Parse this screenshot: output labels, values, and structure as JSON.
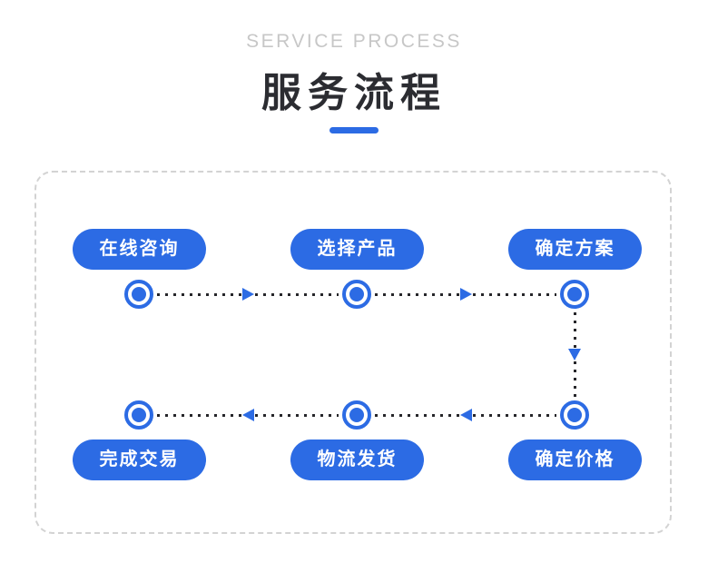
{
  "header": {
    "subtitle": "SERVICE PROCESS",
    "title": "服务流程"
  },
  "colors": {
    "accent": "#2c6be4",
    "title_text": "#2b2c31",
    "subtitle_text": "#c7c7c7",
    "dot_line": "#26262a",
    "panel_border": "#d3d3d3",
    "pill_text": "#ffffff",
    "page_bg": "#ffffff"
  },
  "process": {
    "steps": [
      {
        "label": "在线咨询"
      },
      {
        "label": "选择产品"
      },
      {
        "label": "确定方案"
      },
      {
        "label": "确定价格"
      },
      {
        "label": "物流发货"
      },
      {
        "label": "完成交易"
      }
    ]
  }
}
